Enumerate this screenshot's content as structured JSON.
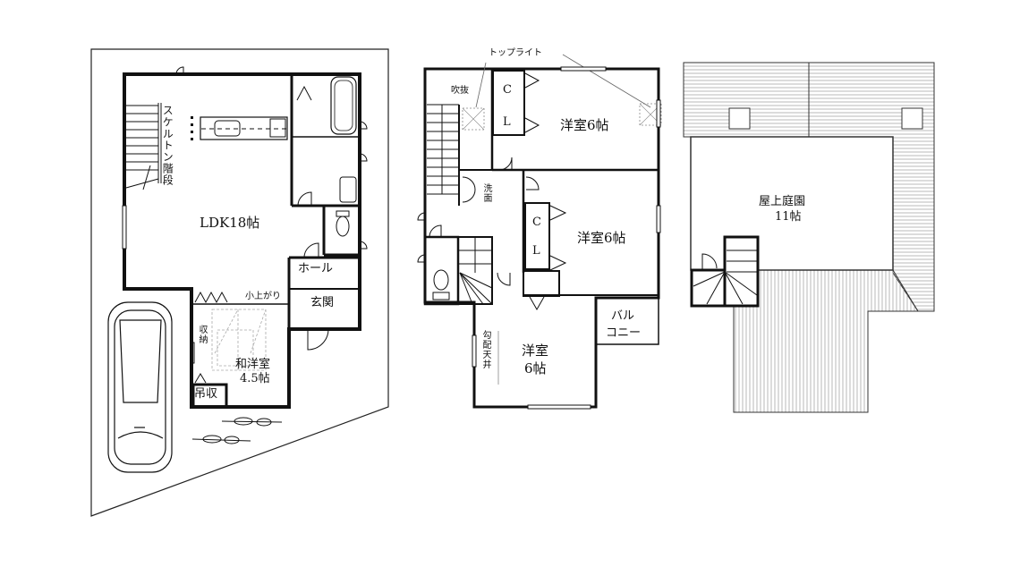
{
  "floor_plan": {
    "floor1": {
      "rooms": {
        "ldk": "LDK18帖",
        "stairs": "スケルトン階段",
        "hall": "ホール",
        "entrance": "玄関",
        "washitsu_name": "和洋室",
        "washitsu_size": "4.5帖",
        "kojiagari": "小上がり",
        "storage": "収納",
        "hanging_storage": "吊収"
      }
    },
    "floor2": {
      "toplight": "トップライト",
      "rooms": {
        "fukinuke": "吹抜",
        "closet1_c": "C",
        "closet1_l": "L",
        "room1": "洋室6帖",
        "senmen": "洗面",
        "closet2_c": "C",
        "closet2_l": "L",
        "room2": "洋室6帖",
        "room3_name": "洋室",
        "room3_size": "6帖",
        "sloped_ceiling": "勾配天井",
        "balcony_line1": "バル",
        "balcony_line2": "コニー"
      }
    },
    "floor3": {
      "rooms": {
        "roof_garden_name": "屋上庭園",
        "roof_garden_size": "11帖"
      }
    }
  }
}
